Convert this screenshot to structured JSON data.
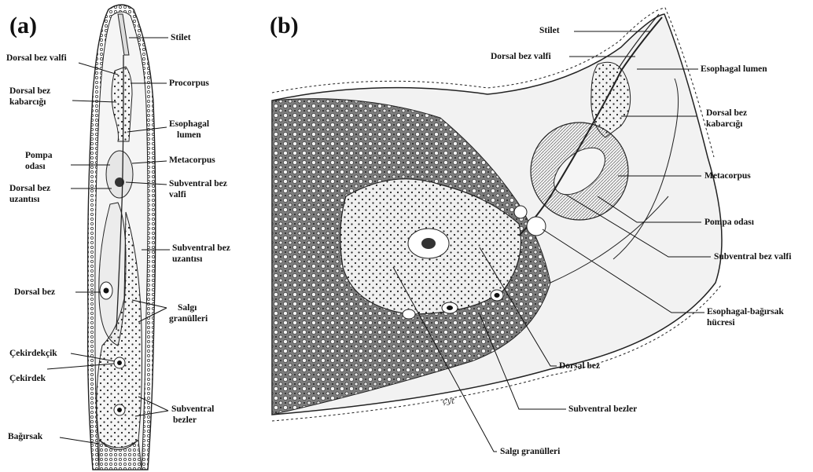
{
  "panels": {
    "a": "(a)",
    "b": "(b)"
  },
  "labels_a": {
    "stilet": "Stilet",
    "dorsal_bez_valfi": "Dorsal bez valfi",
    "procorpus": "Procorpus",
    "dorsal_bez_kabarcigi_1": "Dorsal bez",
    "dorsal_bez_kabarcigi_2": "kabarcığı",
    "esophagal_lumen_1": "Esophagal",
    "esophagal_lumen_2": "lumen",
    "pompa_odasi_1": "Pompa",
    "pompa_odasi_2": "odası",
    "metacorpus": "Metacorpus",
    "dorsal_bez_uzantisi_1": "Dorsal bez",
    "dorsal_bez_uzantisi_2": "uzantısı",
    "subventral_bez_valfi_1": "Subventral bez",
    "subventral_bez_valfi_2": "valfi",
    "subventral_bez_uzantisi_1": "Subventral bez",
    "subventral_bez_uzantisi_2": "uzantısı",
    "dorsal_bez": "Dorsal bez",
    "salgi_granulleri_1": "Salgı",
    "salgi_granulleri_2": "granülleri",
    "cekirdekcik": "Çekirdekçik",
    "cekirdek": "Çekirdek",
    "subventral_bezler_1": "Subventral",
    "subventral_bezler_2": "bezler",
    "bagirsak": "Bağırsak"
  },
  "labels_b": {
    "stilet": "Stilet",
    "dorsal_bez_valfi": "Dorsal bez valfi",
    "esophagal_lumen": "Esophagal lumen",
    "dorsal_bez_kabarcigi_1": "Dorsal bez",
    "dorsal_bez_kabarcigi_2": "kabarcığı",
    "metacorpus": "Metacorpus",
    "pompa_odasi": "Pompa odası",
    "subventral_bez_valfi": "Subventral bez valfi",
    "esophagal_bagirsak_1": "Esophagal-bağırsak",
    "esophagal_bagirsak_2": "hücresi",
    "dorsal_bez": "Dorsal bez",
    "subventral_bezler": "Subventral bezler",
    "salgi_granulleri": "Salgı granülleri"
  },
  "colors": {
    "ink": "#1a1a1a",
    "tissue": "#efefef",
    "intestine": "#8a8a8a",
    "paper": "#ffffff"
  }
}
